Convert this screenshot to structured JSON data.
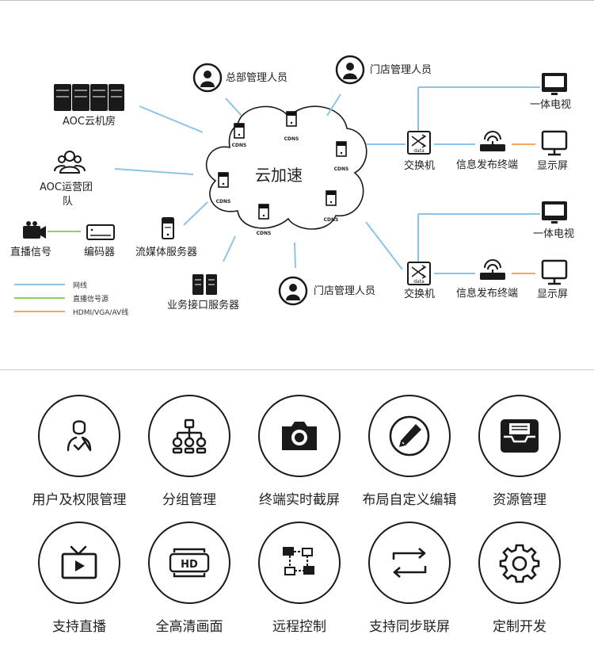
{
  "diagram": {
    "cloud_label": "云加速",
    "cdns_label": "CDNS",
    "nodes": {
      "aoc_datacenter": "AOC云机房",
      "aoc_team_line1": "AOC运营团",
      "aoc_team_line2": "队",
      "hq_manager": "总部管理人员",
      "store_manager_top": "门店管理人员",
      "store_manager_bottom": "门店管理人员",
      "live_signal": "直播信号",
      "encoder": "编码器",
      "media_server": "流媒体服务器",
      "business_server": "业务接口服务器",
      "switch_1": "交换机",
      "switch_2": "交换机",
      "info_terminal_1": "信息发布终端",
      "info_terminal_2": "信息发布终端",
      "aio_tv_1": "一体电视",
      "aio_tv_2": "一体电视",
      "display_1": "显示屏",
      "display_2": "显示屏",
      "switch_icon_text": "data"
    },
    "legend": [
      {
        "label": "网线",
        "color": "#8cc4e6"
      },
      {
        "label": "直播信号源",
        "color": "#8dd16b"
      },
      {
        "label": "HDMI/VGA/AV线",
        "color": "#f5a65b"
      }
    ]
  },
  "features": [
    {
      "label": "用户及权限管理",
      "icon": "user-check-icon"
    },
    {
      "label": "分组管理",
      "icon": "org-tree-icon"
    },
    {
      "label": "终端实时截屏",
      "icon": "camera-icon"
    },
    {
      "label": "布局自定义编辑",
      "icon": "pencil-icon"
    },
    {
      "label": "资源管理",
      "icon": "inbox-tray-icon"
    },
    {
      "label": "支持直播",
      "icon": "tv-play-icon"
    },
    {
      "label": "全高清画面",
      "icon": "hd-icon"
    },
    {
      "label": "远程控制",
      "icon": "remote-network-icon"
    },
    {
      "label": "支持同步联屏",
      "icon": "sync-arrows-icon"
    },
    {
      "label": "定制开发",
      "icon": "gear-icon"
    }
  ]
}
